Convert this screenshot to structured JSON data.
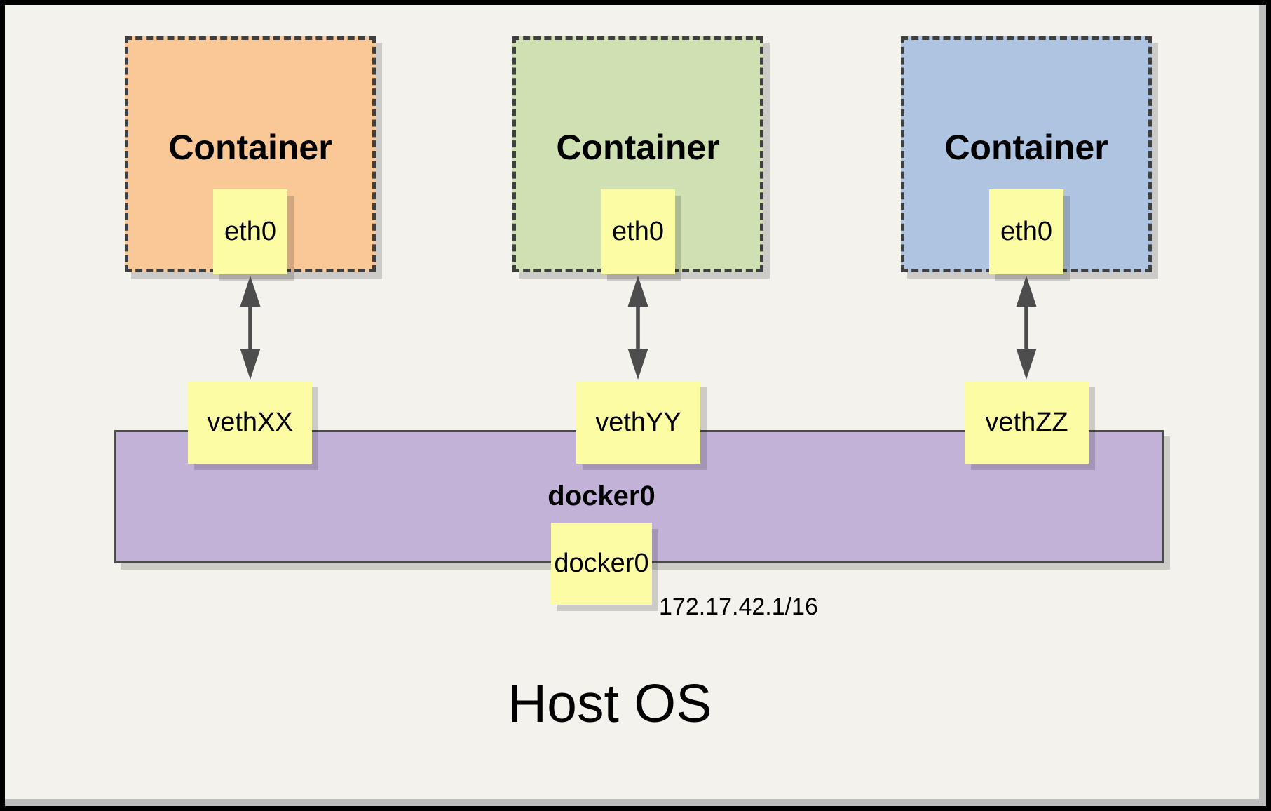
{
  "diagram": {
    "background": "#f4f2ed",
    "node_fill": "#fcfca5",
    "arrow_color": "#4d4d4d",
    "host_label": "Host OS",
    "bridge": {
      "label": "docker0",
      "node_label": "docker0",
      "ip": "172.17.42.1/16",
      "color": "#c3b2d8"
    },
    "containers": [
      {
        "label": "Container",
        "iface_label": "eth0",
        "veth_label": "vethXX",
        "color": "#fac897"
      },
      {
        "label": "Container",
        "iface_label": "eth0",
        "veth_label": "vethYY",
        "color": "#cfe0b2"
      },
      {
        "label": "Container",
        "iface_label": "eth0",
        "veth_label": "vethZZ",
        "color": "#aec4e0"
      }
    ]
  }
}
